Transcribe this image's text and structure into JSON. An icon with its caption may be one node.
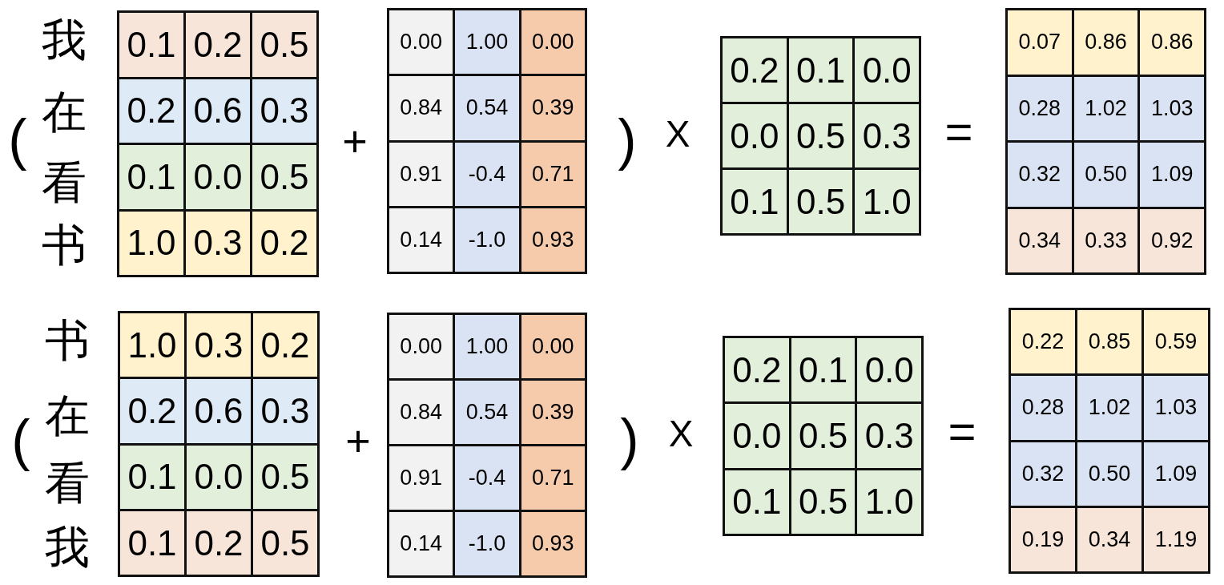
{
  "diagram": {
    "labels": [
      "(",
      "我",
      "在",
      "看",
      "书",
      "0.1",
      "0.2",
      "0.5",
      "0.2",
      "0.6",
      "0.3",
      "0.1",
      "0.0",
      "0.5",
      "1.0",
      "0.3",
      "0.2",
      "+",
      "0.00",
      "1.00",
      "0.00",
      "0.84",
      "0.54",
      "0.39",
      "0.91",
      "-0.4",
      "0.71",
      "0.14",
      "-1.0",
      "0.93",
      ")",
      "X",
      "0.2",
      "0.1",
      "0.0",
      "0.0",
      "0.5",
      "0.3",
      "0.1",
      "0.5",
      "1.0",
      "=",
      "0.07",
      "0.86",
      "0.86",
      "0.28",
      "1.02",
      "1.03",
      "0.32",
      "0.50",
      "1.09",
      "0.34",
      "0.33",
      "0.92",
      "(",
      "书",
      "在",
      "看",
      "我",
      "1.0",
      "0.3",
      "0.2",
      "0.2",
      "0.6",
      "0.3",
      "0.1",
      "0.0",
      "0.5",
      "0.1",
      "0.2",
      "0.5",
      "+",
      "0.00",
      "1.00",
      "0.00",
      "0.84",
      "0.54",
      "0.39",
      "0.91",
      "-0.4",
      "0.71",
      "0.14",
      "-1.0",
      "0.93",
      ")",
      "X",
      "0.2",
      "0.1",
      "0.0",
      "0.0",
      "0.5",
      "0.3",
      "0.1",
      "0.5",
      "1.0",
      "=",
      "0.22",
      "0.85",
      "0.59",
      "0.28",
      "1.02",
      "1.03",
      "0.32",
      "0.50",
      "1.09",
      "0.19",
      "0.34",
      "1.19"
    ]
  }
}
